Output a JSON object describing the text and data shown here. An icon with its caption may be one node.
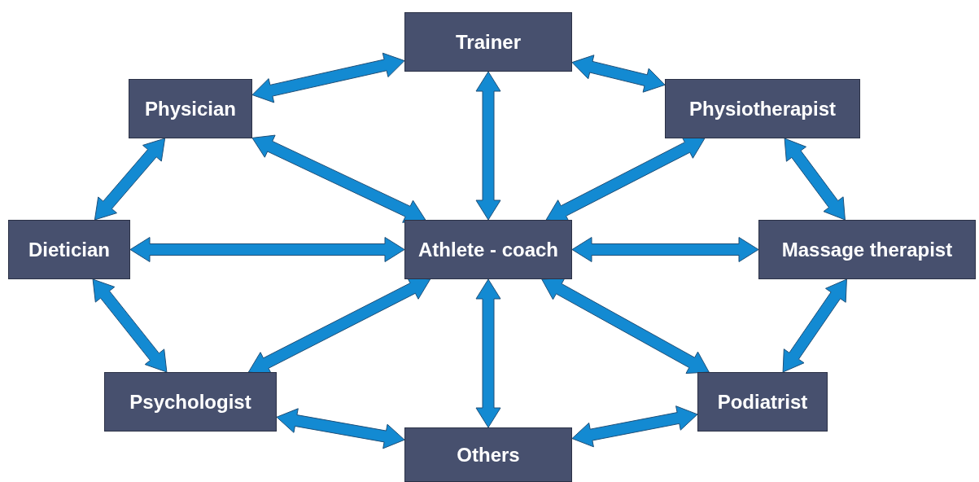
{
  "diagram": {
    "nodes": [
      {
        "text": [
          "Trainer"
        ]
      },
      {
        "text": [
          "Physician"
        ]
      },
      {
        "text": [
          "Physiotherapist"
        ]
      },
      {
        "text": [
          "Dietician"
        ]
      },
      {
        "text": [
          "Athlete - coach"
        ]
      },
      {
        "text": [
          "Massage therapist"
        ]
      },
      {
        "text": [
          "Psychologist"
        ]
      },
      {
        "text": [
          "Podiatrist"
        ]
      },
      {
        "text": [
          "Others"
        ]
      }
    ],
    "edges": [
      {
        "from": 1,
        "to": 0,
        "arrow": "both"
      },
      {
        "from": 0,
        "to": 2,
        "arrow": "both"
      },
      {
        "from": 1,
        "to": 4,
        "arrow": "both"
      },
      {
        "from": 0,
        "to": 4,
        "arrow": "both"
      },
      {
        "from": 2,
        "to": 4,
        "arrow": "both"
      },
      {
        "from": 1,
        "to": 3,
        "arrow": "both"
      },
      {
        "from": 2,
        "to": 5,
        "arrow": "both"
      },
      {
        "from": 3,
        "to": 4,
        "arrow": "both"
      },
      {
        "from": 4,
        "to": 5,
        "arrow": "both"
      },
      {
        "from": 3,
        "to": 6,
        "arrow": "both"
      },
      {
        "from": 4,
        "to": 6,
        "arrow": "both"
      },
      {
        "from": 4,
        "to": 8,
        "arrow": "both"
      },
      {
        "from": 4,
        "to": 7,
        "arrow": "both"
      },
      {
        "from": 5,
        "to": 7,
        "arrow": "both"
      },
      {
        "from": 6,
        "to": 8,
        "arrow": "both"
      },
      {
        "from": 7,
        "to": 8,
        "arrow": "both"
      }
    ]
  }
}
